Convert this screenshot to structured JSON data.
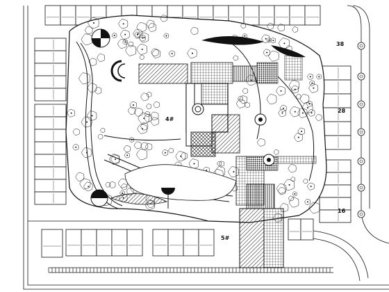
{
  "plan": {
    "colors": {
      "ink": "#111111",
      "background": "#ffffff"
    },
    "building_labels": [
      "38",
      "28",
      "4#",
      "16",
      "5#"
    ]
  }
}
